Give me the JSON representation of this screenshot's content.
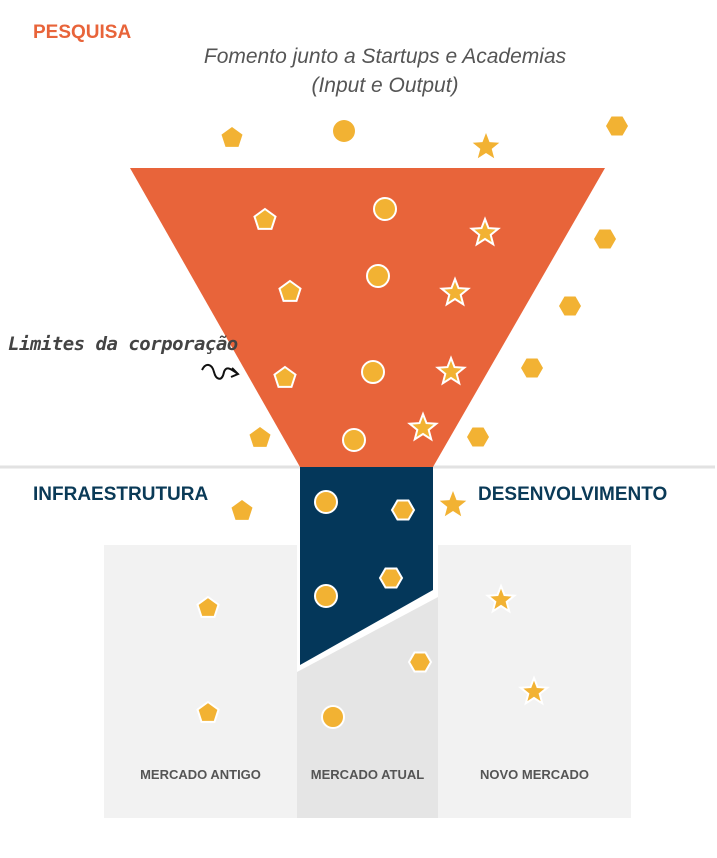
{
  "header": {
    "section_label": "PESQUISA",
    "subtitle_line1": "Fomento junto a Startups e Academias",
    "subtitle_line2": "(Input e Output)"
  },
  "annotation": {
    "label": "Limites da corporação"
  },
  "sections": {
    "left": "INFRAESTRUTURA",
    "right": "DESENVOLVIMENTO"
  },
  "markets": [
    "MERCADO ANTIGO",
    "MERCADO ATUAL",
    "NOVO MERCADO"
  ],
  "colors": {
    "funnel": "#e8643a",
    "core": "#04375a",
    "shape": "#f2b233",
    "panel": "#f2f2f2",
    "panel_mid": "#e5e5e5"
  }
}
